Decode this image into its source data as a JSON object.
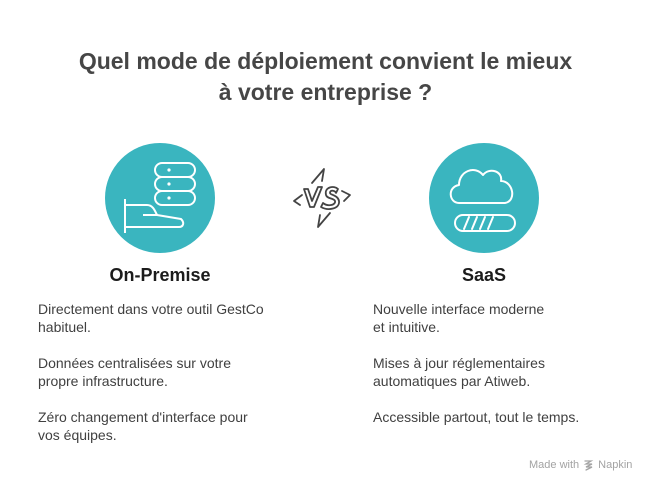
{
  "title": {
    "line1": "Quel mode de déploiement convient le mieux",
    "line2": "à votre entreprise ?"
  },
  "colors": {
    "accent": "#3ab5bf",
    "title": "#464646",
    "text": "#404040"
  },
  "comparison": {
    "separator": {
      "icon": "vs-icon",
      "label": "VS"
    },
    "left": {
      "icon": "server-in-hand-icon",
      "heading": "On-Premise",
      "items": [
        {
          "line1": "Directement dans votre outil GestCo",
          "line2": "habituel."
        },
        {
          "line1": "Données centralisées sur votre",
          "line2": "propre infrastructure."
        },
        {
          "line1": "Zéro changement d'interface pour",
          "line2": "vos équipes."
        }
      ]
    },
    "right": {
      "icon": "cloud-progress-icon",
      "heading": "SaaS",
      "items": [
        {
          "line1": "Nouvelle interface moderne",
          "line2": "et intuitive."
        },
        {
          "line1": "Mises à jour réglementaires",
          "line2": "automatiques par Atiweb."
        },
        {
          "line1": "Accessible partout, tout le temps.",
          "line2": ""
        }
      ]
    }
  },
  "footer": {
    "made_with": "Made with",
    "brand": "Napkin",
    "icon": "napkin-logo-icon"
  }
}
